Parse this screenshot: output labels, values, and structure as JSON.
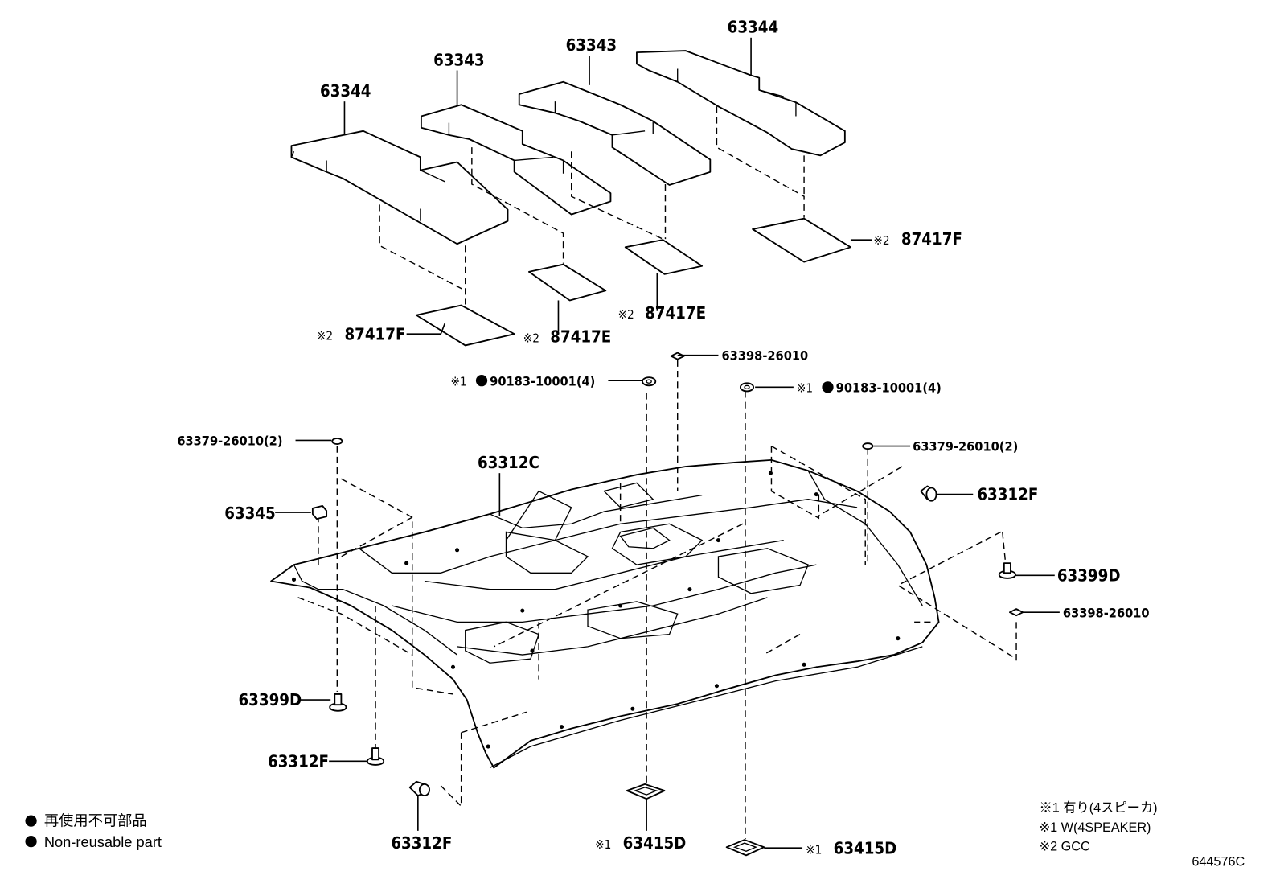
{
  "labels": {
    "p63344_left": "63344",
    "p63343_a": "63343",
    "p63343_b": "63343",
    "p63344_right": "63344",
    "p87417F_right": "87417F",
    "p87417E_mid": "87417E",
    "p87417F_left": "87417F",
    "p87417E_low": "87417E",
    "p63398_top": "63398-26010",
    "p90183_left": "90183-10001(4)",
    "p90183_right": "90183-10001(4)",
    "p63379_left": "63379-26010(2)",
    "p63379_right": "63379-26010(2)",
    "p63312C": "63312C",
    "p63312F_right": "63312F",
    "p63345": "63345",
    "p63399D_right": "63399D",
    "p63398_right": "63398-26010",
    "p63399D_left": "63399D",
    "p63312F_left": "63312F",
    "p63312F_bottom": "63312F",
    "p63415D_mid": "63415D",
    "p63415D_right": "63415D"
  },
  "marks": {
    "note1": "※1",
    "note2": "※2"
  },
  "legend": {
    "line1": "再使用不可部品",
    "line2": "Non-reusable part"
  },
  "notes": {
    "n1": "※1 有り(4スピーカ)",
    "n2": "※1 W(4SPEAKER)",
    "n3": "※2 GCC"
  },
  "illustration_code": "644576C"
}
